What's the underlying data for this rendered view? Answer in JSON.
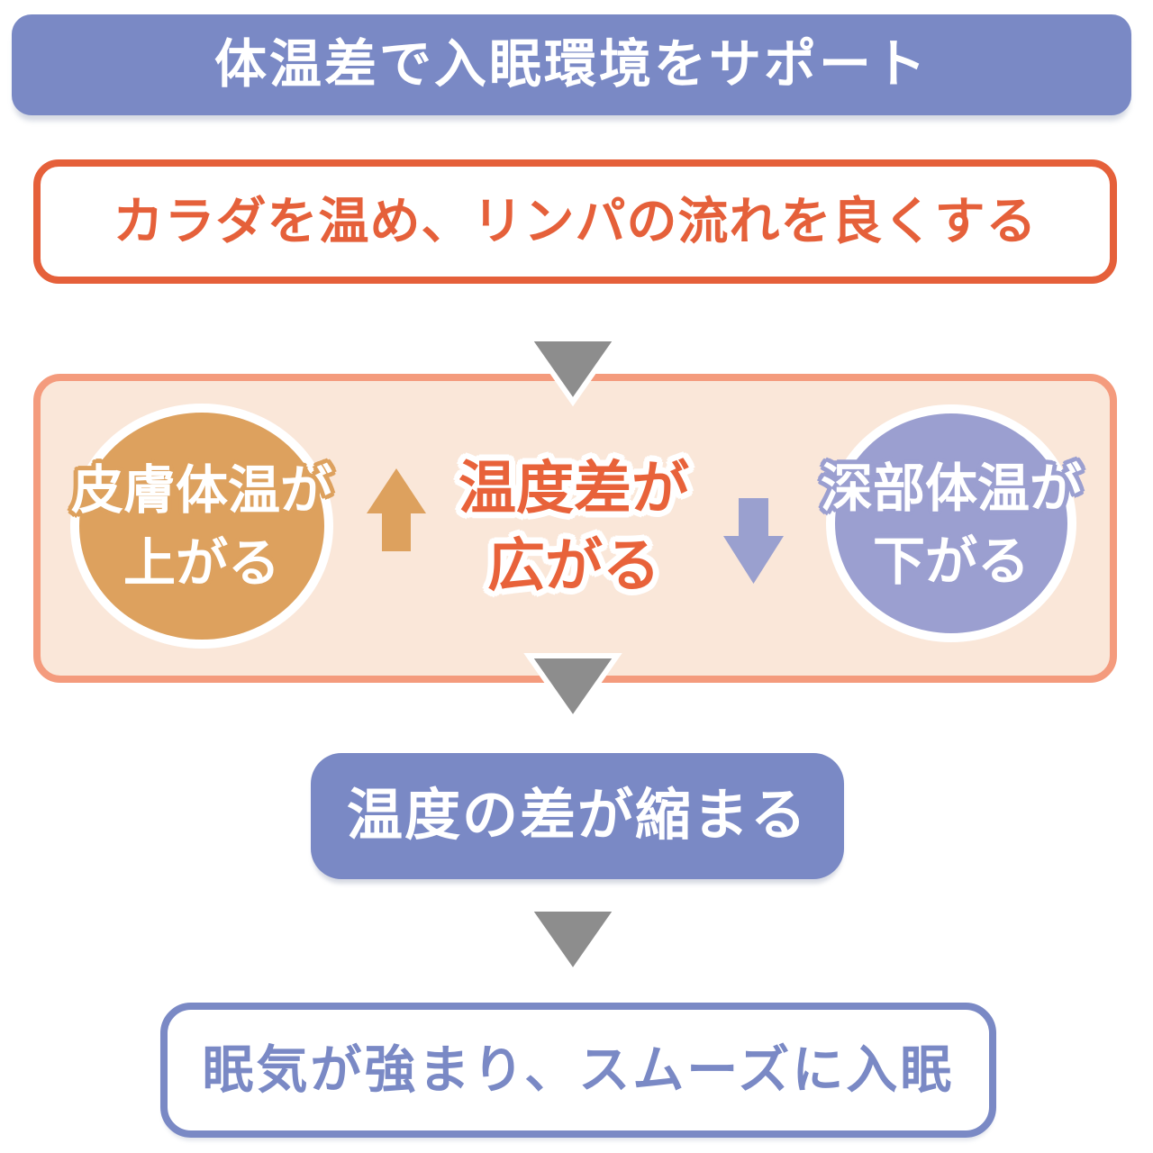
{
  "header": {
    "title": "体温差で入眠環境をサポート"
  },
  "flow": {
    "warming": "カラダを温め、リンパの流れを良くする",
    "narrowing": "温度の差が縮まる",
    "sleep_onset": "眠気が強まり、スムーズに入眠"
  },
  "cycle": {
    "skin_temp": {
      "line1": "皮膚体温が",
      "line2": "上がる"
    },
    "temp_gap": {
      "line1": "温度差が",
      "line2": "広がる"
    },
    "core_temp": {
      "line1": "深部体温が",
      "line2": "下がる"
    }
  },
  "icons": {
    "flow_arrow": "gray-down-triangle",
    "temp_up_arrow": "orange-up-arrow",
    "temp_down_arrow": "purple-down-arrow"
  },
  "colors": {
    "header_blue": "#7a89c5",
    "accent_orange": "#e5603a",
    "gap_text_orange": "#e8623a",
    "cycle_border_salmon": "#f49b7d",
    "cycle_fill_peach": "#fae7d9",
    "skin_circle_orange": "#dda15e",
    "core_circle_purple": "#9b9fd0",
    "flow_arrow_gray": "#8d8d8d",
    "text_white": "#ffffff"
  }
}
